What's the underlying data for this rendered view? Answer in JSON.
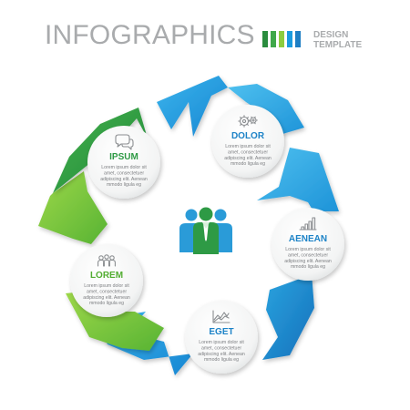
{
  "header": {
    "title": "INFOGRAPHICS",
    "subtitle_line1": "DESIGN",
    "subtitle_line2": "TEMPLATE",
    "bar_colors": [
      "#2a8c3e",
      "#40a84a",
      "#8ccd3f",
      "#1a9bdf",
      "#1d7ec4"
    ]
  },
  "center": {
    "icon": "team-icon"
  },
  "nodes": [
    {
      "id": "dolor",
      "title": "DOLOR",
      "icon": "gears-icon",
      "color": "#1d83c7",
      "text1": "Lorem ipsum dolor sit",
      "text2": "amet, consectetuer",
      "text3": "adipiscing elit. Aenean",
      "text4": "mmodo ligula eg"
    },
    {
      "id": "aenean",
      "title": "AENEAN",
      "icon": "bar-chart-icon",
      "color": "#1d83c7",
      "text1": "Lorem ipsum dolor sit",
      "text2": "amet, consectetuer",
      "text3": "adipiscing elit. Aenean",
      "text4": "mmodo ligula eg"
    },
    {
      "id": "eget",
      "title": "EGET",
      "icon": "line-chart-icon",
      "color": "#1d83c7",
      "text1": "Lorem ipsum dolor sit",
      "text2": "amet, consectetuer",
      "text3": "adipiscing elit. Aenean",
      "text4": "mmodo ligula eg"
    },
    {
      "id": "lorem",
      "title": "LOREM",
      "icon": "group-icon",
      "color": "#52ad31",
      "text1": "Lorem ipsum dolor sit",
      "text2": "amet, consectetuer",
      "text3": "adipiscing elit. Aenean",
      "text4": "mmodo ligula eg"
    },
    {
      "id": "ipsum",
      "title": "IPSUM",
      "icon": "chat-icon",
      "color": "#2e9a45",
      "text1": "Lorem ipsum dolor sit",
      "text2": "amet, consectetuer",
      "text3": "adipiscing elit. Aenean",
      "text4": "mmodo ligula eg"
    }
  ]
}
